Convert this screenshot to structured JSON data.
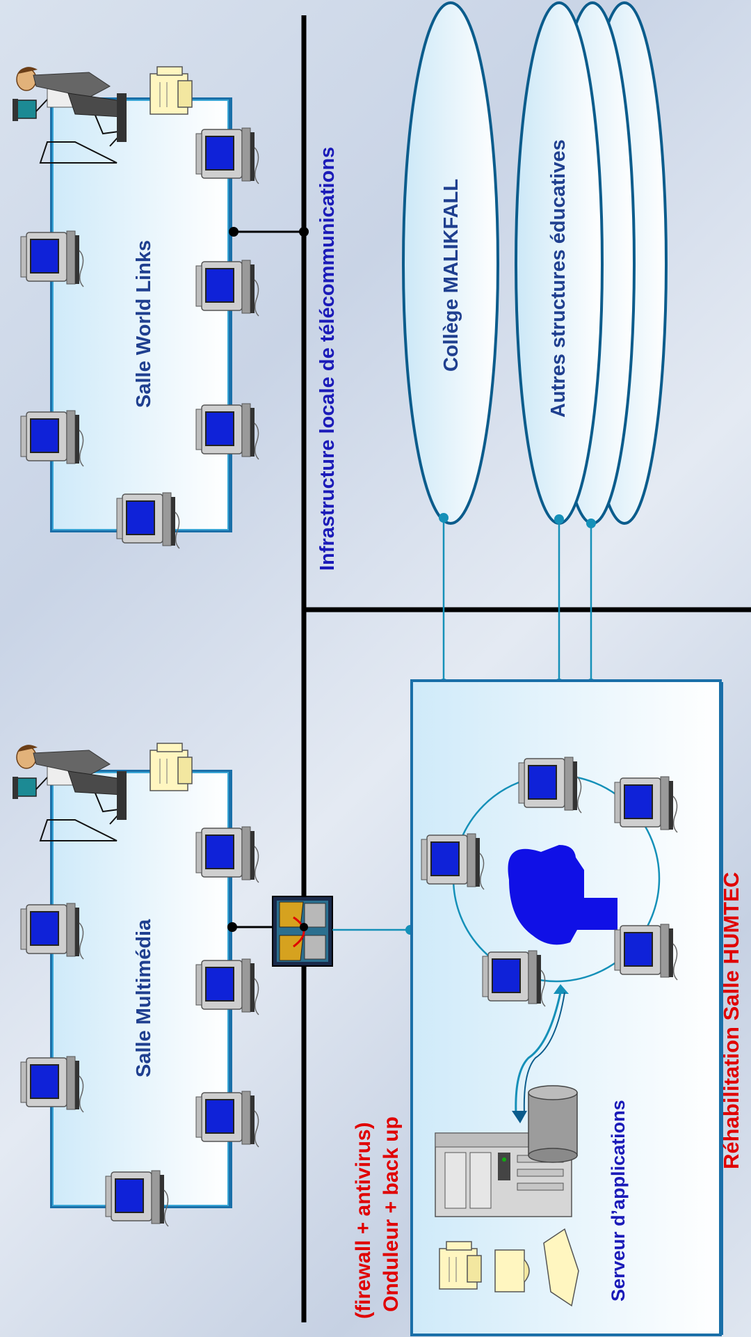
{
  "labels": {
    "network_backbone": "Infrastructure locale de télécommunications",
    "room_world_links": "Salle World Links",
    "room_multimedia": "Salle Multimédia",
    "college": "Collège MALIKFALL",
    "other_structures": "Autres structures éducatives",
    "humtec_room_prefix": "Réhabilitation Salle ",
    "humtec_room_name": "HUMTEC",
    "app_server": "Serveur d’applications",
    "security_line1": "(firewall + antivirus)",
    "security_line2": "Onduleur + back up"
  },
  "colors": {
    "title_blue": "#1a1ab8",
    "room_label_blue": "#1f3f8f",
    "alert_red": "#e00000",
    "room_border": "#1a6fa8",
    "network_line": "#000000",
    "link_teal": "#1590b8",
    "ellipse_stroke": "#0b5c8c",
    "head_blue": "#1010e6"
  },
  "icons": {
    "workstation": "desktop-computer-icon",
    "printer": "printer-icon",
    "user_at_desk": "person-at-computer-icon",
    "router": "router-firewall-icon",
    "server": "server-icon",
    "storage": "disk-storage-icon",
    "head": "user-head-icon"
  }
}
